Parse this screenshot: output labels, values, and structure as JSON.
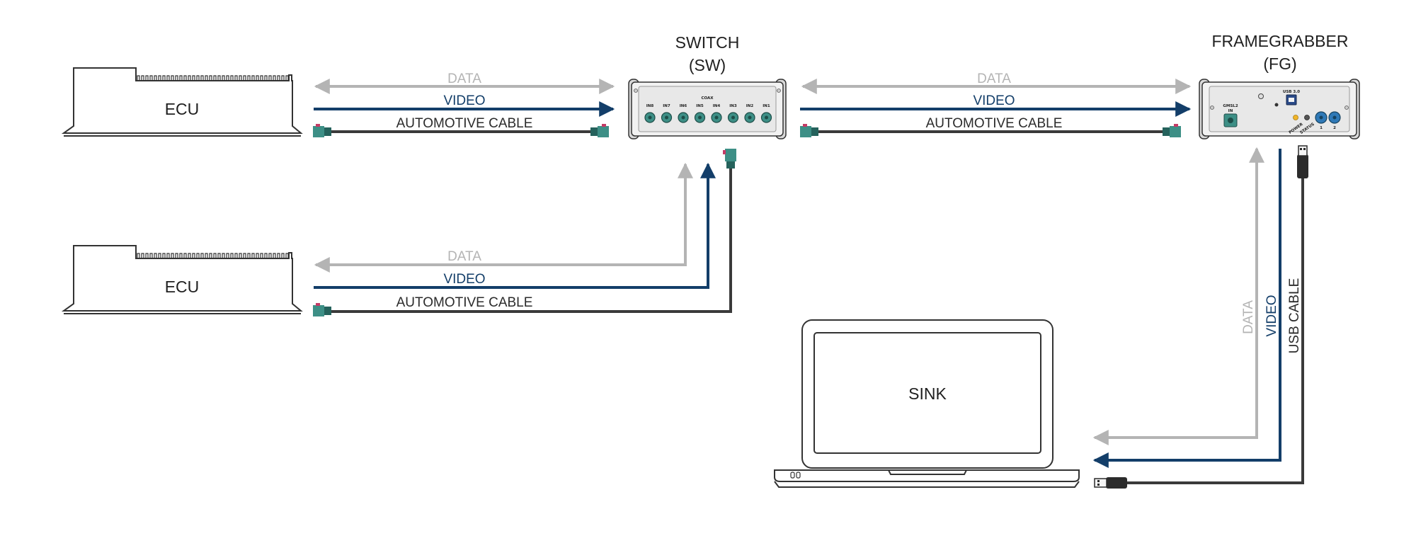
{
  "colors": {
    "data": "#b4b4b4",
    "video": "#133e69",
    "cable": "#3a3a3a",
    "connector": "#3d8f86",
    "connector_dark": "#25625c",
    "connector_accent": "#c43b66",
    "device_body": "#f2f2f2",
    "device_face": "#e6e6e6",
    "outline": "#333333"
  },
  "ecu_top": {
    "label": "ECU"
  },
  "ecu_bottom": {
    "label": "ECU"
  },
  "switch": {
    "title": "SWITCH",
    "subtitle": "(SW)",
    "panel_label": "COAX",
    "port_labels": [
      "IN8",
      "IN7",
      "IN6",
      "IN5",
      "IN4",
      "IN3",
      "IN2",
      "IN1"
    ]
  },
  "framegrabber": {
    "title": "FRAMEGRABBER",
    "subtitle": "(FG)",
    "gmsl_label": "GMSL2",
    "gmsl_sub": "IN",
    "usb_label": "USB 3.0",
    "power_label": "POWER",
    "status_label": "STATUS",
    "port1_label": "1",
    "port2_label": "2"
  },
  "sink": {
    "label": "SINK"
  },
  "links": {
    "ecu1_sw": {
      "data": "DATA",
      "video": "VIDEO",
      "cable": "AUTOMOTIVE CABLE"
    },
    "ecu2_sw": {
      "data": "DATA",
      "video": "VIDEO",
      "cable": "AUTOMOTIVE CABLE"
    },
    "sw_fg": {
      "data": "DATA",
      "video": "VIDEO",
      "cable": "AUTOMOTIVE CABLE"
    },
    "fg_sink": {
      "data": "DATA",
      "video": "VIDEO",
      "cable": "USB CABLE"
    }
  }
}
